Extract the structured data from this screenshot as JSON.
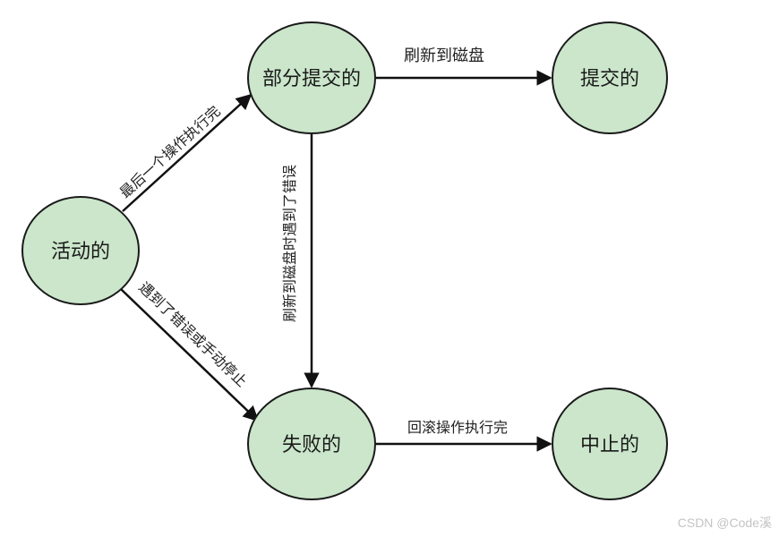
{
  "nodes": {
    "active": "活动的",
    "partially_committed": "部分提交的",
    "committed": "提交的",
    "failed": "失败的",
    "aborted": "中止的"
  },
  "edges": {
    "active_to_partial": "最后一个操作执行完",
    "active_to_failed": "遇到了错误或手动停止",
    "partial_to_committed": "刷新到磁盘",
    "partial_to_failed": "刷新到磁盘时遇到了错误",
    "failed_to_aborted": "回滚操作执行完"
  },
  "watermark": "CSDN @Code溪",
  "colors": {
    "node_fill": "#cbe6cb",
    "stroke": "#111111"
  }
}
